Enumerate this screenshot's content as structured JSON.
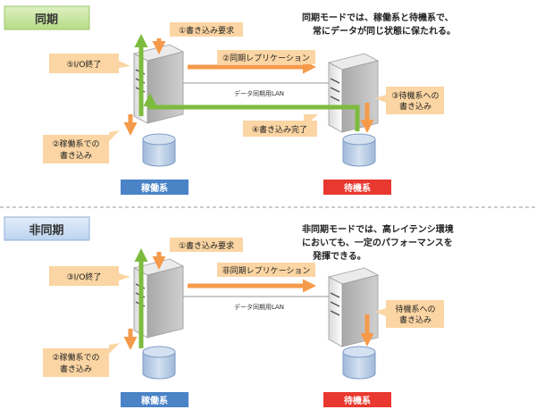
{
  "sync": {
    "tab": "同期",
    "note_line1": "同期モードでは、稼働系と待機系で、",
    "note_line2": "常にデータが同じ状態に保たれる。",
    "lan": "データ同期用LAN",
    "primary": "稼働系",
    "standby": "待機系",
    "c1": "①書き込み要求",
    "c2": "②同期レプリケーション",
    "c3_line1": "③待機系への",
    "c3_line2": "書き込み",
    "c4": "④書き込み完了",
    "c5": "⑤I/O終了",
    "c6_line1": "②稼働系での",
    "c6_line2": "書き込み"
  },
  "async": {
    "tab": "非同期",
    "note_line1": "非同期モードでは、高レイテンシ環境",
    "note_line2": "においても、一定のパフォーマンスを",
    "note_line3": "発揮できる。",
    "lan": "データ同期用LAN",
    "primary": "稼働系",
    "standby": "待機系",
    "c1": "①書き込み要求",
    "c2": "非同期レプリケーション",
    "c3": "③I/O終了",
    "c4_line1": "待機系への",
    "c4_line2": "書き込み",
    "c5_line1": "②稼働系での",
    "c5_line2": "書き込み"
  },
  "colors": {
    "tab_green": "#c9e6a1",
    "tab_blue": "#cfe2f3",
    "callout": "#fbd5a3",
    "orange_arrow": "#f59a4a",
    "green_arrow": "#7dbb3f",
    "primary_label": "#4a83c6",
    "standby_label": "#e8382f",
    "disk": "#b8cde6"
  }
}
